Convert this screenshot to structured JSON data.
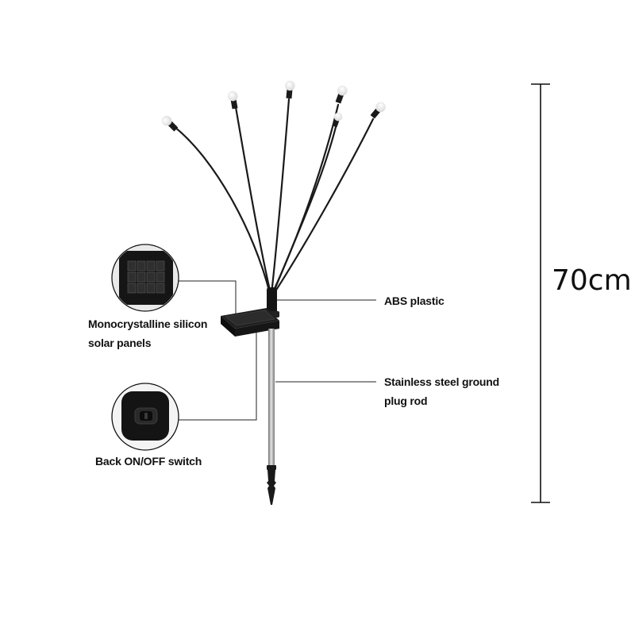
{
  "labels": {
    "panel_line1": "Monocrystalline silicon",
    "panel_line2": "solar panels",
    "switch": "Back ON/OFF switch",
    "abs": "ABS plastic",
    "rod_line1": "Stainless steel ground",
    "rod_line2": "plug rod"
  },
  "dimension": {
    "height": "70cm"
  },
  "colors": {
    "stroke": "#1a1a1a",
    "bulb": "#f2f2f2",
    "background": "#ffffff"
  }
}
